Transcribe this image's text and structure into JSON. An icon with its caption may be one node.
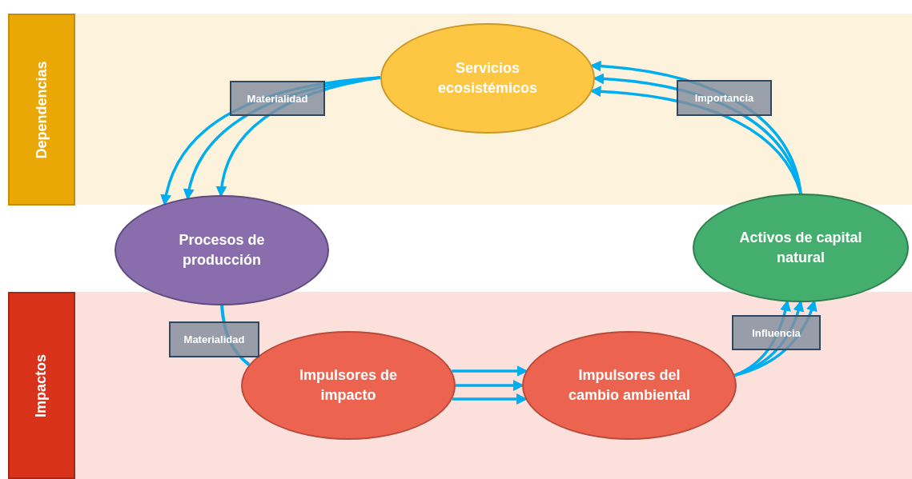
{
  "diagram": {
    "nodes": [
      {
        "text": [
          "Dependencias"
        ]
      },
      {
        "text": [
          "Servicios ecosistémicos"
        ]
      },
      {
        "text": [
          "Procesos de producción"
        ]
      },
      {
        "text": [
          "Activos de capital natural"
        ]
      },
      {
        "text": [
          "Impactos"
        ]
      },
      {
        "text": [
          "Impulsores de impacto"
        ]
      },
      {
        "text": [
          "Impulsores del cambio ambiental"
        ]
      }
    ],
    "edges": [
      {
        "from": 1,
        "to": 2,
        "arrow": "to"
      },
      {
        "from": 1,
        "to": 2,
        "arrow": "to",
        "label": "Materialidad"
      },
      {
        "from": 1,
        "to": 2,
        "arrow": "to"
      },
      {
        "from": 2,
        "to": 5,
        "arrow": "none",
        "label": "Materialidad"
      },
      {
        "from": 5,
        "to": 6,
        "arrow": "to"
      },
      {
        "from": 5,
        "to": 6,
        "arrow": "to"
      },
      {
        "from": 5,
        "to": 6,
        "arrow": "to"
      },
      {
        "from": 6,
        "to": 3,
        "arrow": "to"
      },
      {
        "from": 6,
        "to": 3,
        "arrow": "to",
        "label": "Influencia"
      },
      {
        "from": 6,
        "to": 3,
        "arrow": "to"
      },
      {
        "from": 3,
        "to": 1,
        "arrow": "to"
      },
      {
        "from": 3,
        "to": 1,
        "arrow": "to",
        "label": "Importancia"
      },
      {
        "from": 3,
        "to": 1,
        "arrow": "to"
      }
    ]
  }
}
